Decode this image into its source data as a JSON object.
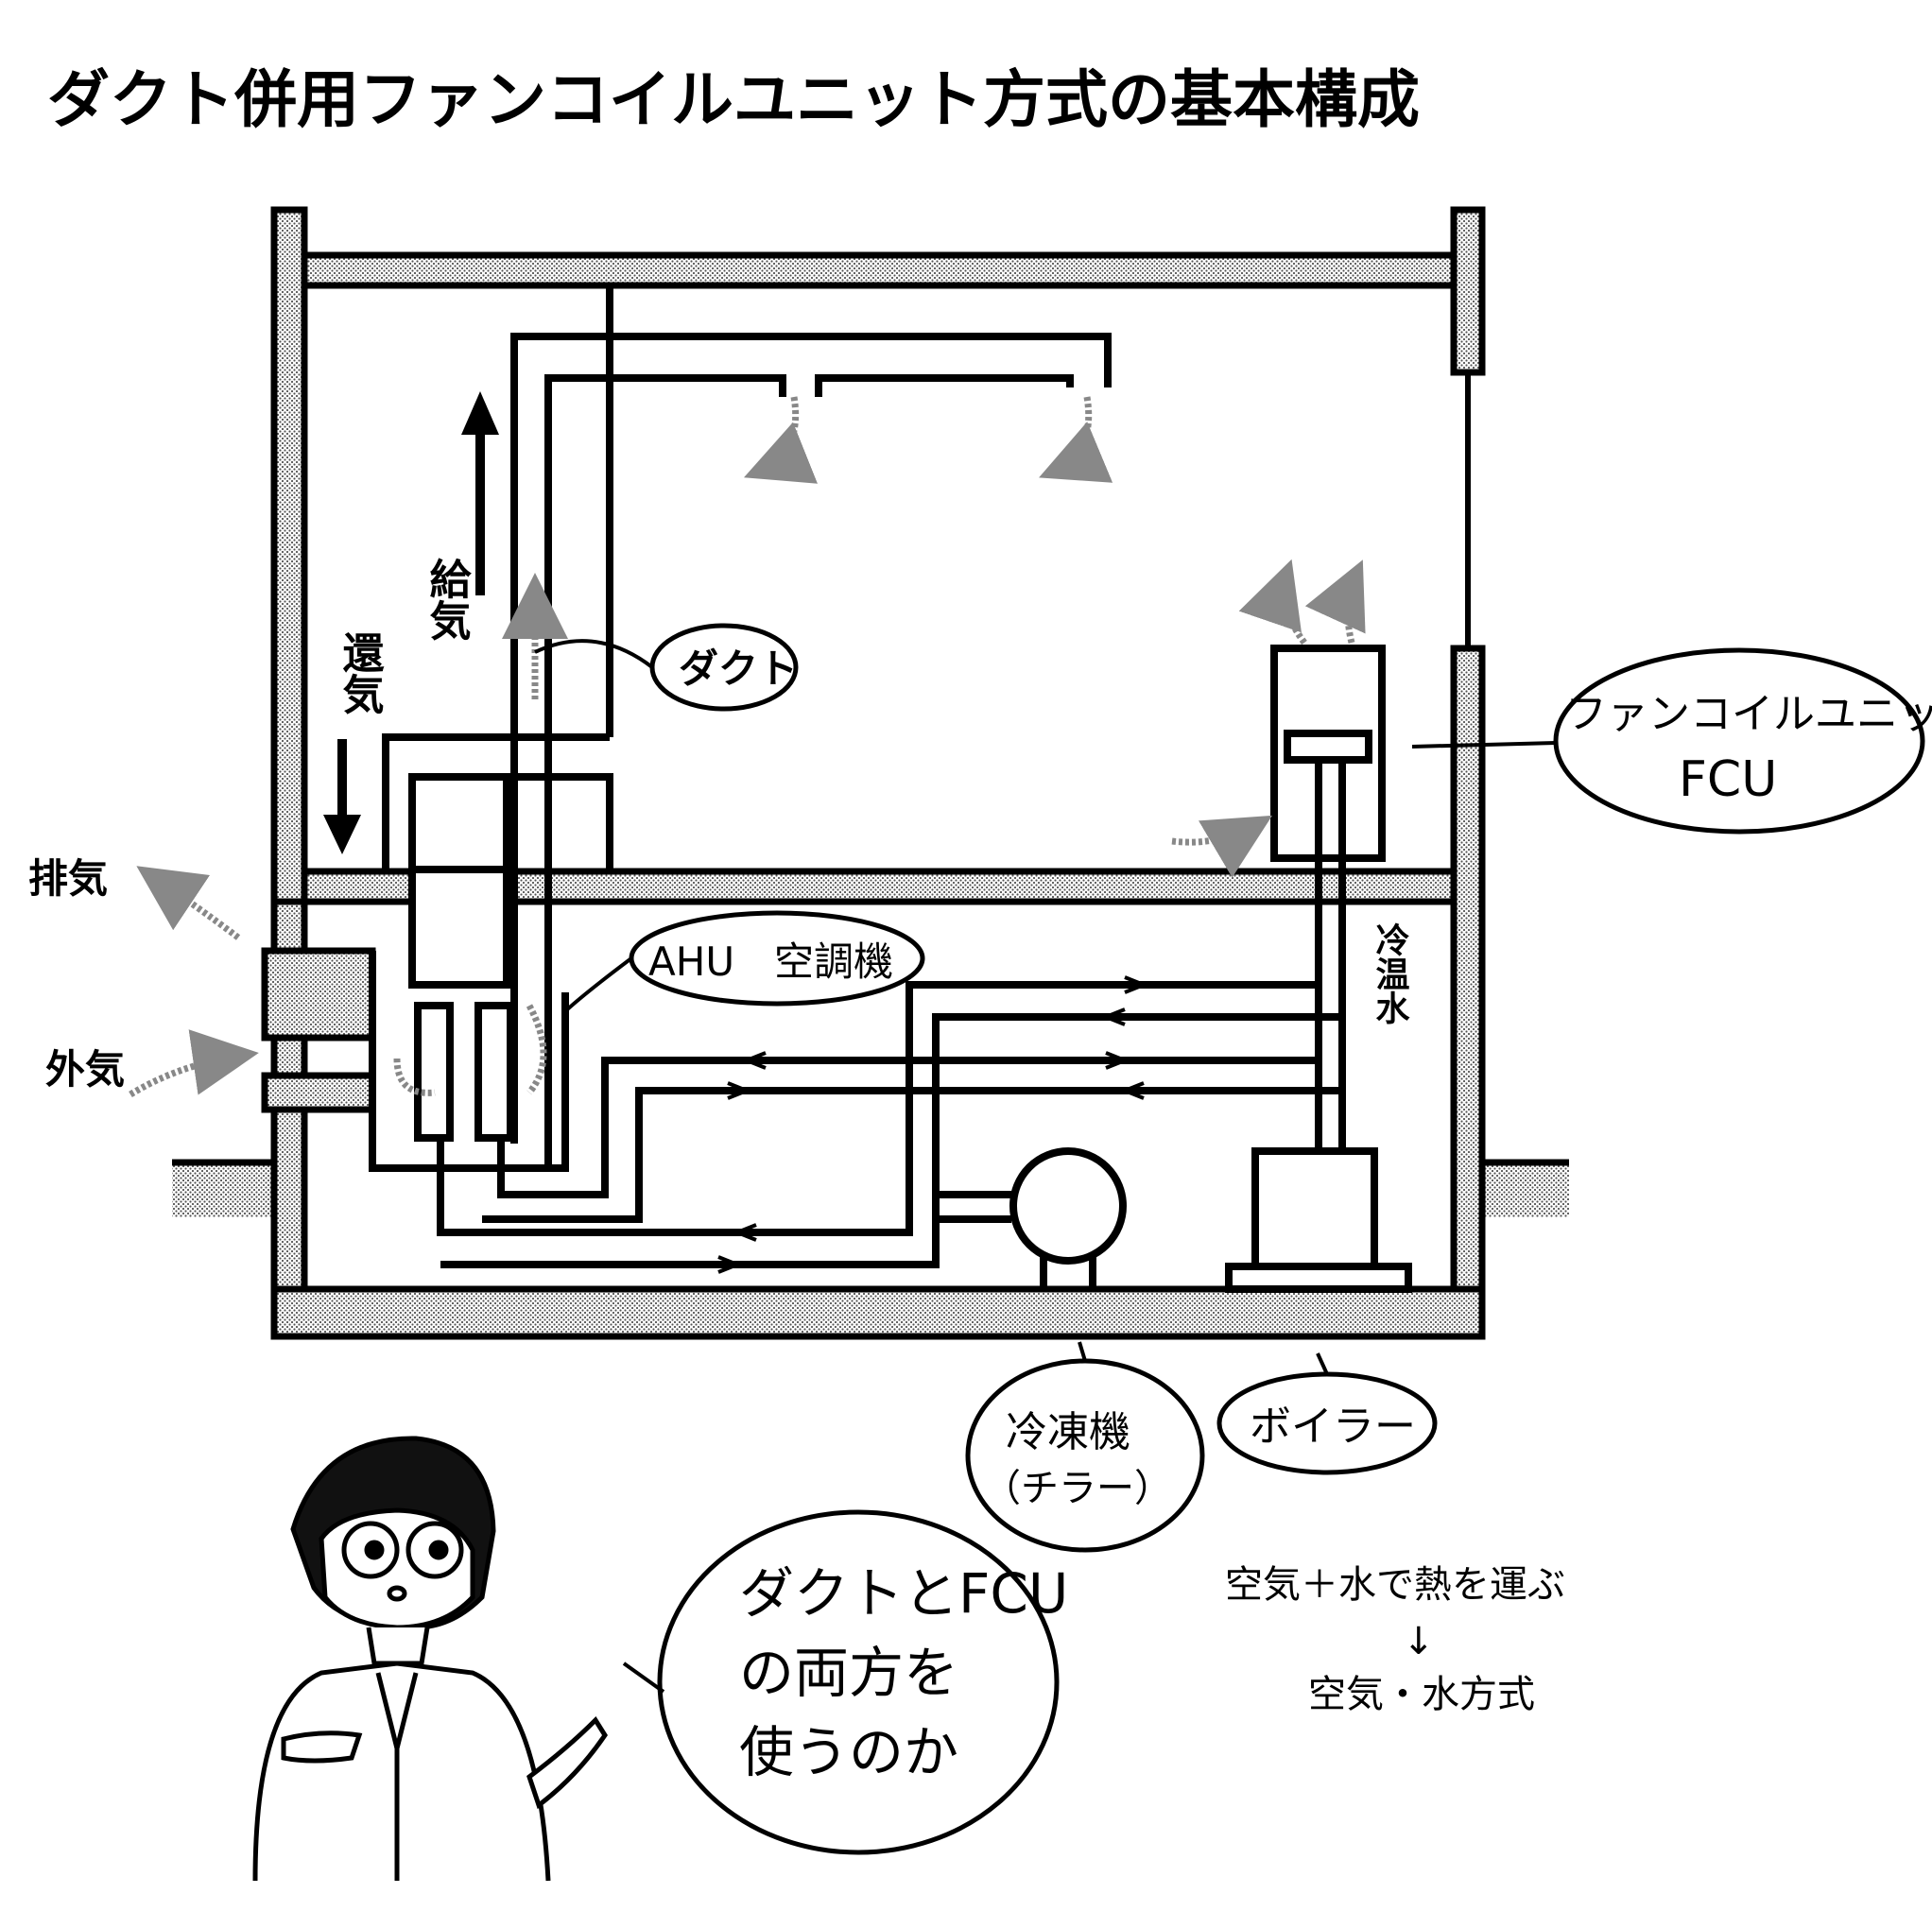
{
  "title": "ダクト併用ファンコイルユニット方式の基本構成",
  "labels": {
    "supply_air": "給気",
    "return_air": "還気",
    "exhaust_air": "排気",
    "outside_air": "外気",
    "duct": "ダクト",
    "fcu_name": "ファンコイルユニット",
    "fcu_abbr": "FCU",
    "ahu": "AHU　空調機",
    "chilled_hot_water": "冷温水",
    "chiller_line1": "冷凍機",
    "chiller_line2": "（チラー）",
    "boiler": "ボイラー"
  },
  "note": {
    "line1": "空気＋水で熱を運ぶ",
    "arrow": "↓",
    "line2": "空気・水方式"
  },
  "speech": {
    "line1": "ダクトとFCU",
    "line2": "の両方を",
    "line3": "使うのか"
  },
  "colors": {
    "ink": "#000000",
    "paper": "#ffffff",
    "hatch": "#bdbdbd"
  }
}
